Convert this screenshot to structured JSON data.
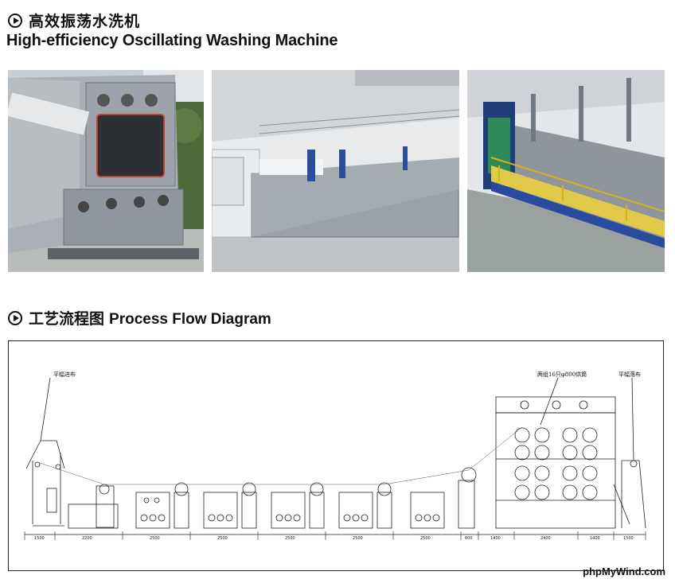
{
  "section1": {
    "title_cn": "高效振荡水洗机",
    "title_en": "High-efficiency Oscillating Washing Machine"
  },
  "section2": {
    "title_cn": "工艺流程图",
    "title_en": "Process Flow Diagram"
  },
  "diagram": {
    "label_inlet": "平幅进布",
    "label_dryer": "两组16只φ800烘筒",
    "label_outlet": "平幅落布",
    "dimensions": [
      "1500",
      "2200",
      "2500",
      "2500",
      "2500",
      "2500",
      "2500",
      "600",
      "1400",
      "2400",
      "1400",
      "1500"
    ]
  },
  "watermark": "phpMyWind.com"
}
